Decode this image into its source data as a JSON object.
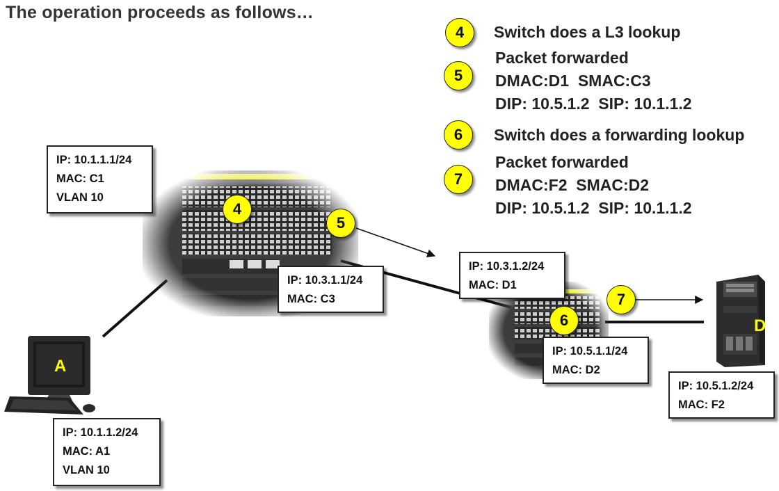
{
  "title": "The operation proceeds as follows…",
  "steps": [
    {
      "num": "4",
      "lines": [
        "Switch does a L3 lookup"
      ]
    },
    {
      "num": "5",
      "lines": [
        "Packet forwarded",
        "DMAC:D1  SMAC:C3",
        "DIP: 10.5.1.2  SIP: 10.1.1.2"
      ]
    },
    {
      "num": "6",
      "lines": [
        "Switch does a forwarding lookup"
      ]
    },
    {
      "num": "7",
      "lines": [
        "Packet forwarded",
        "DMAC:F2  SMAC:D2",
        "DIP: 10.5.1.2  SIP: 10.1.1.2"
      ]
    }
  ],
  "boxes": {
    "switch1_vlan": [
      "IP: 10.1.1.1/24",
      "MAC: C1",
      "VLAN 10"
    ],
    "switch1_routed": [
      "IP: 10.3.1.1/24",
      "MAC: C3"
    ],
    "switch2_in": [
      "IP: 10.3.1.2/24",
      "MAC: D1"
    ],
    "switch2_out": [
      "IP: 10.5.1.1/24",
      "MAC: D2"
    ],
    "host_a": [
      "IP: 10.1.1.2/24",
      "MAC: A1",
      "VLAN 10"
    ],
    "host_d": [
      "IP: 10.5.1.2/24",
      "MAC: F2"
    ]
  },
  "diagram_badges": {
    "switch1": "4",
    "link1": "5",
    "switch2": "6",
    "link2": "7"
  },
  "devices": {
    "host_a_label": "A",
    "host_d_label": "D"
  },
  "colors": {
    "badge": "#ffff00",
    "device_label": "#ffff00"
  }
}
